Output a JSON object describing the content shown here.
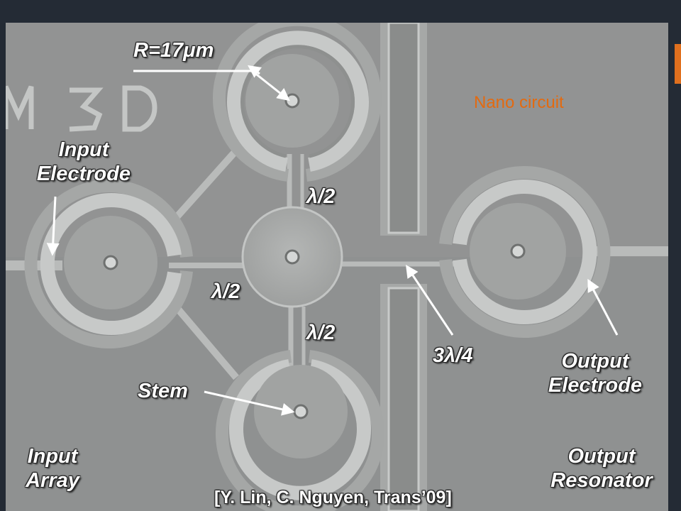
{
  "labels": {
    "radius": "R=17μm",
    "input_electrode": [
      "Input",
      "Electrode"
    ],
    "lambda_half_top": "λ/2",
    "lambda_half_left": "λ/2",
    "lambda_half_bottom": "λ/2",
    "three_quarter_lambda": "3λ/4",
    "stem": "Stem",
    "output_electrode": [
      "Output",
      "Electrode"
    ],
    "input_array": [
      "Input",
      "Array"
    ],
    "output_resonator": [
      "Output",
      "Resonator"
    ],
    "nano_circuit": "Nano circuit",
    "citation": "[Y. Lin, C. Nguyen, Trans’09]",
    "etched_mark": "M3D"
  },
  "colors": {
    "frame": "#242b35",
    "accent": "#e0701e",
    "substrate": "#8f9191",
    "label_text": "#ffffff",
    "highlight_text": "#e36a10"
  }
}
